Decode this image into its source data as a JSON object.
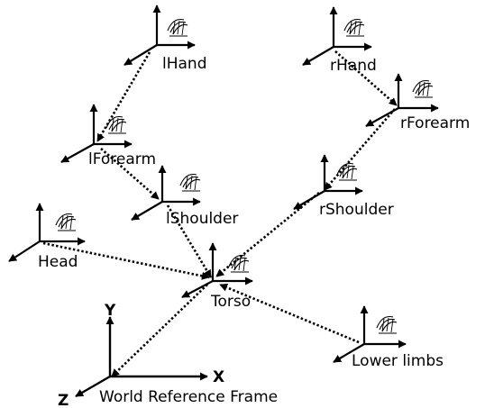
{
  "title": "World Reference Frame",
  "world_axes": {
    "x": "X",
    "y": "Y",
    "z": "Z"
  },
  "frames": {
    "lHand": "lHand",
    "rHand": "rHand",
    "lForearm": "lForearm",
    "rForearm": "rForearm",
    "lShoulder": "lShoulder",
    "rShoulder": "rShoulder",
    "head": "Head",
    "torso": "Torso",
    "lower_limbs": "Lower limbs"
  },
  "icon": "motion-sensor-icon"
}
